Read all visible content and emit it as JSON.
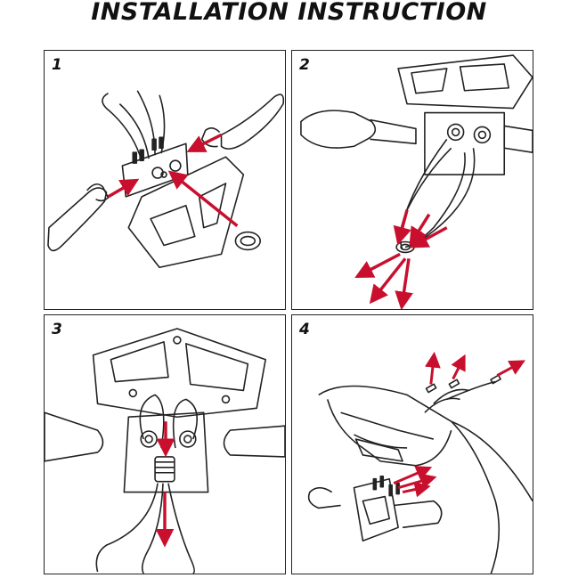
{
  "title": "INSTALLATION INSTRUCTION",
  "steps": [
    {
      "number": "1"
    },
    {
      "number": "2"
    },
    {
      "number": "3"
    },
    {
      "number": "4"
    }
  ],
  "colors": {
    "arrow": "#c8102e",
    "line": "#222222",
    "background": "#ffffff"
  }
}
